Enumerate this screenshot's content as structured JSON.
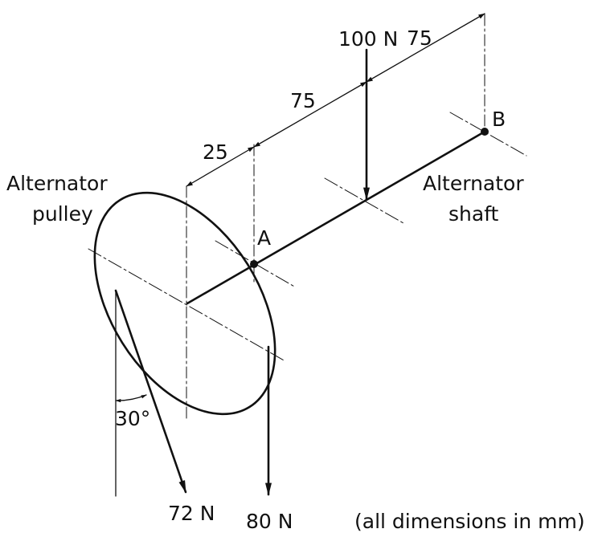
{
  "labels": {
    "pulley": [
      "Alternator",
      "pulley"
    ],
    "shaft": [
      "Alternator",
      "shaft"
    ],
    "point_a": "A",
    "point_b": "B",
    "force_100": "100 N",
    "force_80": "80 N",
    "force_72": "72 N",
    "angle": "30°",
    "dim_25": "25",
    "dim_75_mid": "75",
    "dim_75_top": "75",
    "note": "(all dimensions in mm)"
  },
  "colors": {
    "ink": "#111111",
    "background": "#ffffff"
  }
}
